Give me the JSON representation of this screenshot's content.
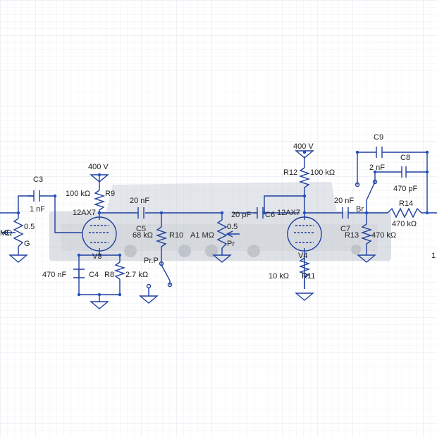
{
  "colors": {
    "grid": "#dfe4ee",
    "wire": "#1f3f9f",
    "text": "#222222",
    "chassis": "#c9ced6"
  },
  "labels": {
    "c3": "C3",
    "c3_val": "1 nF",
    "r9_val": "100 kΩ",
    "r9": "R9",
    "v3_type": "12AX7",
    "v3": "V3",
    "supply_left": "400 V",
    "c5_val": "20 nF",
    "c5": "C5",
    "r10_val": "68 kΩ",
    "r10": "R10",
    "c4_val": "470 nF",
    "c4": "C4",
    "r8": "R8",
    "r8_val": "2.7 kΩ",
    "pr_p": "Pr.P",
    "pot_left_val": "0.5",
    "pot_left_unit": "MΩ",
    "pot_left_g": "G",
    "pot_mid_val": "A1 MΩ",
    "pot_mid_frac": "0.5",
    "pot_mid_pr": "Pr",
    "c6_val": "20 pF",
    "c6": "C6",
    "v4_type": "12AX7",
    "v4": "V4",
    "supply_right": "400 V",
    "r12": "R12",
    "r12_val": "100 kΩ",
    "r11_val": "10 kΩ",
    "r11": "R11",
    "c7_val": "20 nF",
    "c7": "C7",
    "br": "Br",
    "r13": "R13",
    "r13_val": "470 kΩ",
    "c9": "C9",
    "c9_val": "2 nF",
    "c8": "C8",
    "c8_val": "470 pF",
    "r14": "R14",
    "r14_val": "470 kΩ",
    "edge_right": "1"
  }
}
